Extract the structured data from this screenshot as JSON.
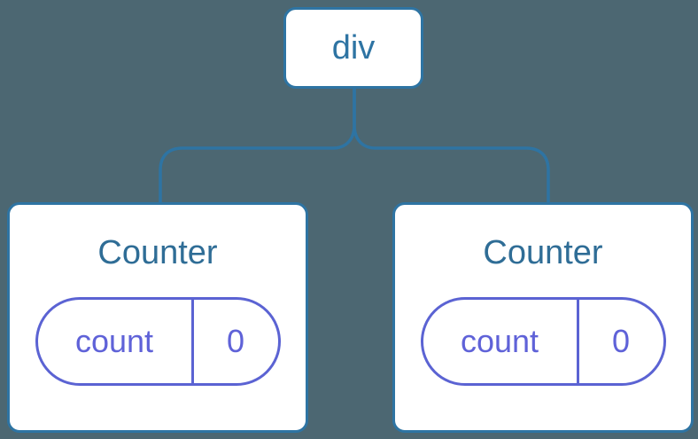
{
  "diagram": {
    "description": "component-tree",
    "root": {
      "label": "div"
    },
    "children": [
      {
        "title": "Counter",
        "state": {
          "key": "count",
          "value": "0"
        }
      },
      {
        "title": "Counter",
        "state": {
          "key": "count",
          "value": "0"
        }
      }
    ]
  },
  "colors": {
    "background": "#4C6772",
    "node_border_blue": "#2E74A3",
    "component_title_blue": "#2F6D96",
    "state_purple": "#5B63D3",
    "state_text_purple": "#5F62D8",
    "node_fill": "#FFFFFF"
  }
}
